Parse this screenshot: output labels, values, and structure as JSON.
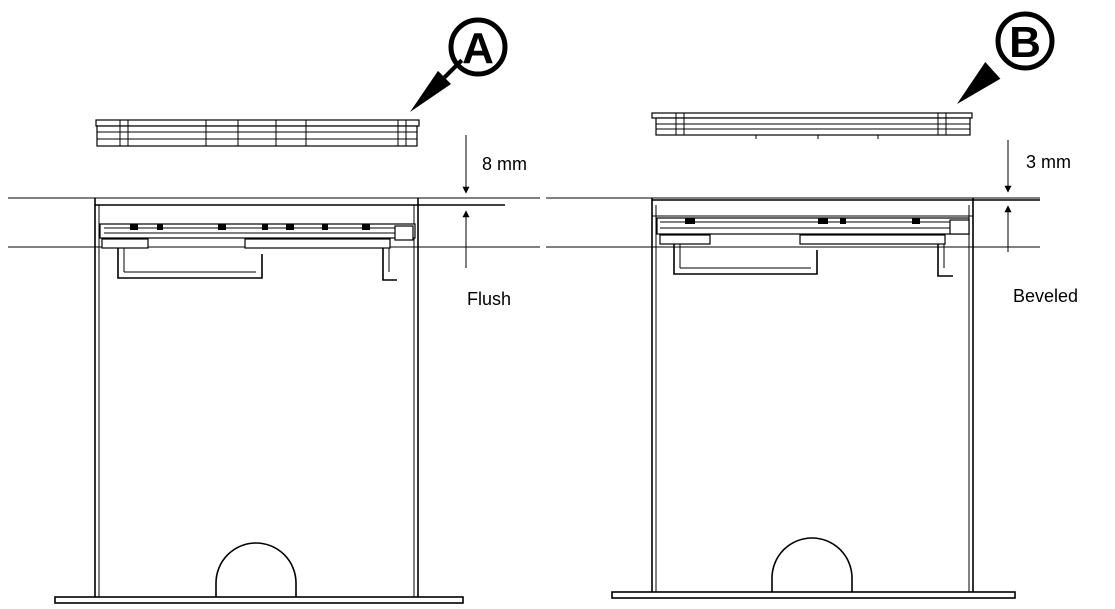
{
  "callouts": {
    "a": {
      "letter": "A"
    },
    "b": {
      "letter": "B"
    }
  },
  "dimensions": {
    "a": "8 mm",
    "b": "3 mm"
  },
  "labels": {
    "flush": "Flush",
    "beveled": "Beveled"
  },
  "colors": {
    "line": "#000000",
    "background": "#ffffff"
  }
}
